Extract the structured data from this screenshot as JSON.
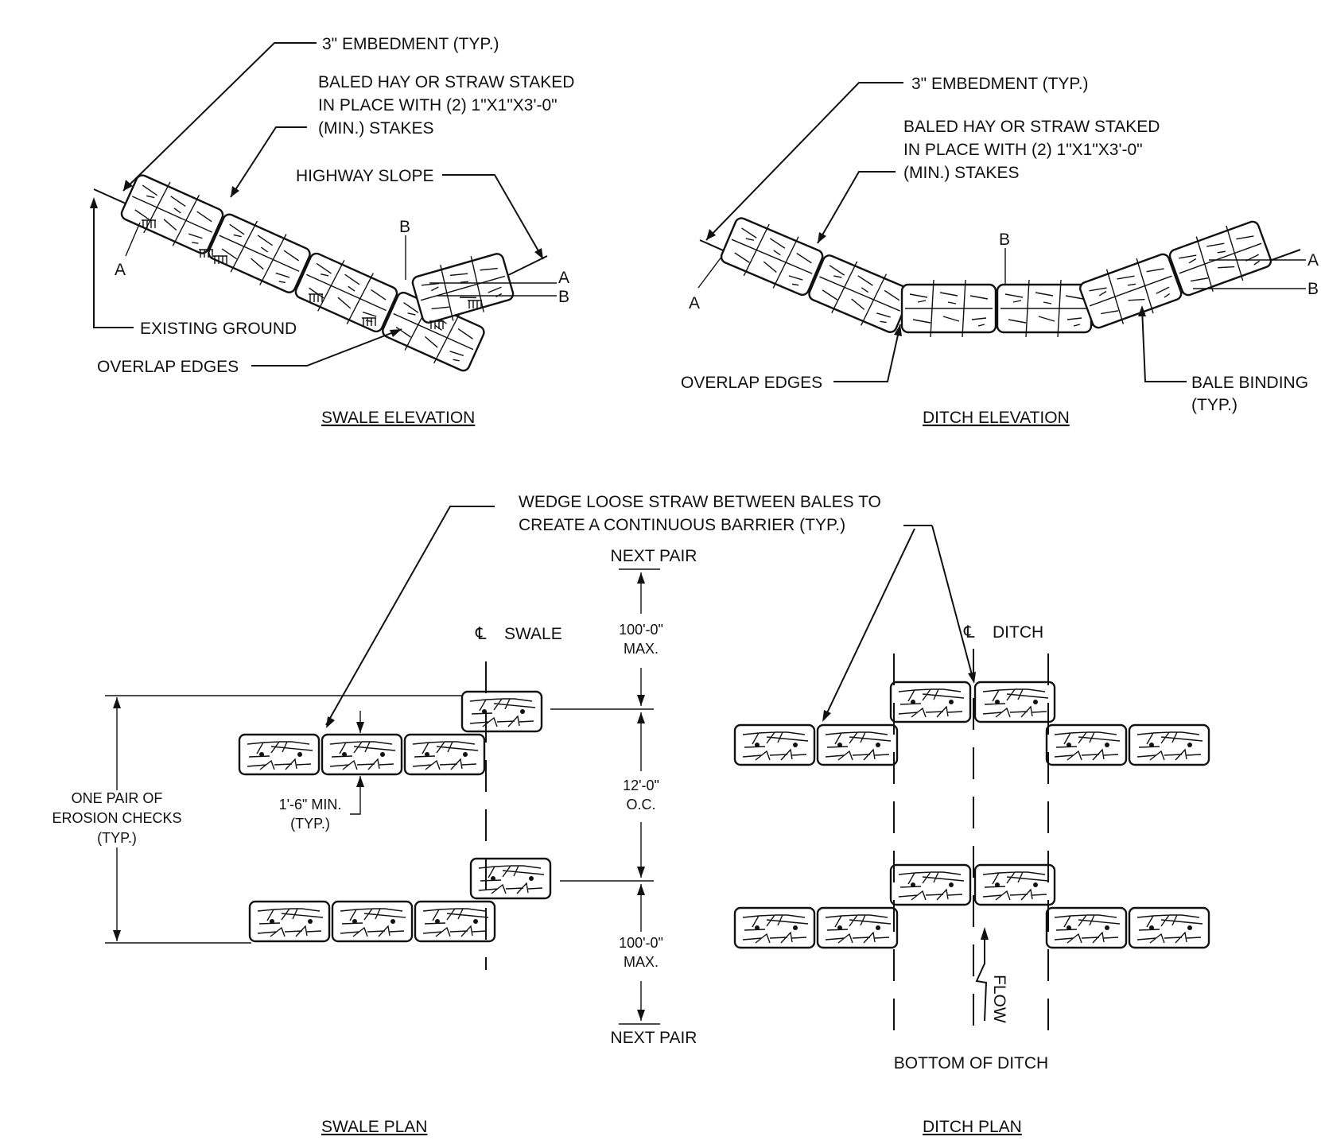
{
  "swale_elevation": {
    "title": "SWALE ELEVATION",
    "embedment": "3\" EMBEDMENT (TYP.)",
    "bale_note_1": "BALED HAY OR STRAW STAKED",
    "bale_note_2": "IN PLACE WITH (2) 1\"X1\"X3'-0\"",
    "bale_note_3": "(MIN.) STAKES",
    "highway_slope": "HIGHWAY SLOPE",
    "existing_ground": "EXISTING GROUND",
    "overlap_edges": "OVERLAP EDGES",
    "marker_a": "A",
    "marker_b": "B"
  },
  "ditch_elevation": {
    "title": "DITCH ELEVATION",
    "embedment": "3\" EMBEDMENT (TYP.)",
    "bale_note_1": "BALED HAY OR STRAW STAKED",
    "bale_note_2": "IN PLACE WITH (2) 1\"X1\"X3'-0\"",
    "bale_note_3": "(MIN.) STAKES",
    "overlap_edges": "OVERLAP EDGES",
    "bale_binding_1": "BALE BINDING",
    "bale_binding_2": "(TYP.)",
    "marker_a": "A",
    "marker_b": "B"
  },
  "plan_note": {
    "line_1": "WEDGE LOOSE STRAW BETWEEN BALES TO",
    "line_2": "CREATE A CONTINUOUS BARRIER (TYP.)"
  },
  "swale_plan": {
    "title": "SWALE PLAN",
    "centerline": "SWALE",
    "centerline_symbol": "℄",
    "next_pair_top": "NEXT PAIR",
    "next_pair_bottom": "NEXT PAIR",
    "max_top_1": "100'-0\"",
    "max_top_2": "MAX.",
    "oc_1": "12'-0\"",
    "oc_2": "O.C.",
    "max_bottom_1": "100'-0\"",
    "max_bottom_2": "MAX.",
    "min_1": "1'-6\" MIN.",
    "min_2": "(TYP.)",
    "pair_1": "ONE PAIR OF",
    "pair_2": "EROSION CHECKS",
    "pair_3": "(TYP.)"
  },
  "ditch_plan": {
    "title": "DITCH PLAN",
    "centerline": "DITCH",
    "centerline_symbol": "℄",
    "flow": "FLOW",
    "bottom": "BOTTOM OF DITCH"
  }
}
